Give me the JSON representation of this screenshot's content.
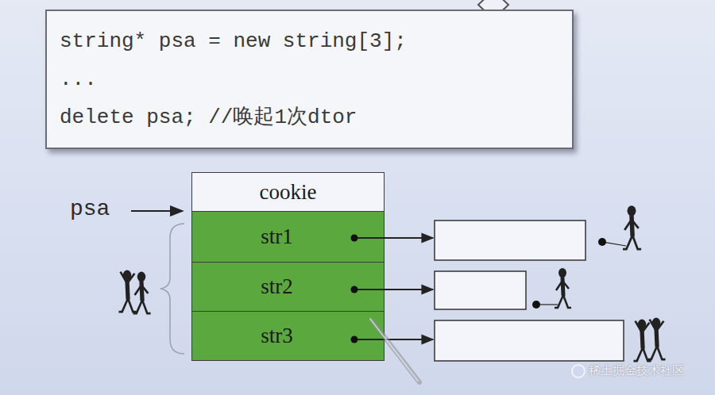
{
  "diagram": {
    "nodes": [
      {
        "text": [
          "string* psa = new string[3];",
          "...",
          "delete psa; //唤起1次dtor"
        ]
      },
      {
        "text": [
          "cookie"
        ]
      },
      {
        "text": [
          "str1"
        ]
      },
      {
        "text": [
          "str2"
        ]
      },
      {
        "text": [
          "str3"
        ]
      }
    ],
    "labels": [
      "psa",
      "稀土掘金技术社区"
    ]
  }
}
